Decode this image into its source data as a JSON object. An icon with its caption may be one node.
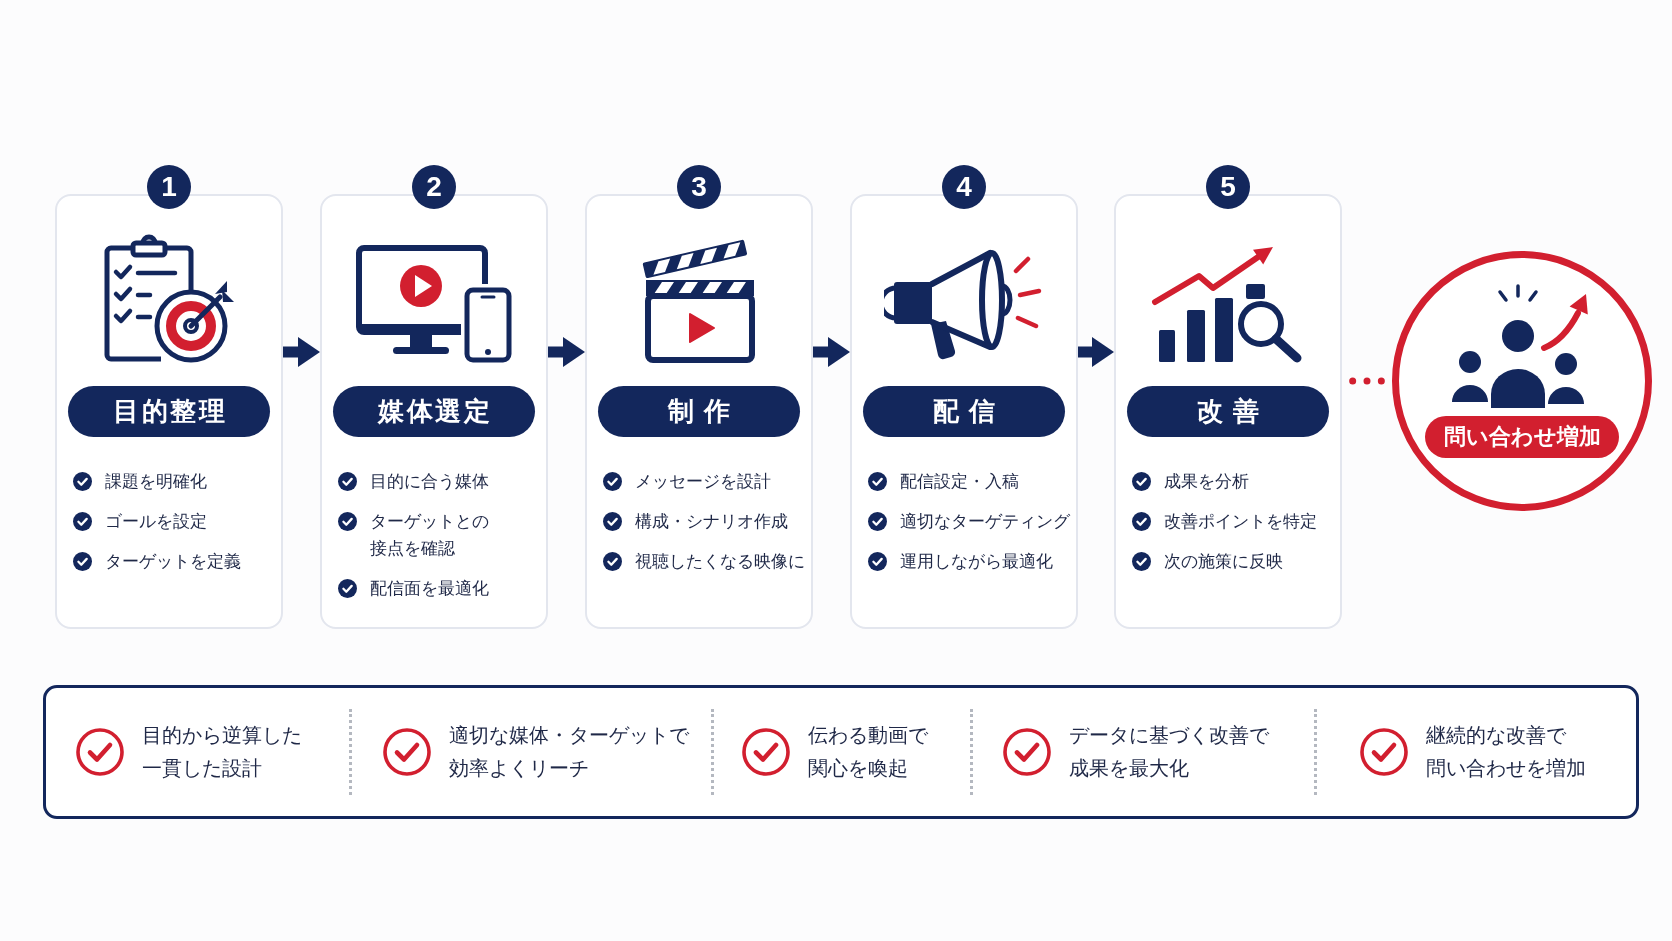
{
  "diagram": {
    "nodes": [
      {
        "text": [
          "1",
          "目的整理",
          "課題を明確化",
          "ゴールを設定",
          "ターゲットを定義"
        ]
      },
      {
        "text": [
          "2",
          "媒体選定",
          "目的に合う媒体",
          "ターゲットとの接点を確認",
          "配信面を最適化"
        ]
      },
      {
        "text": [
          "3",
          "制作",
          "メッセージを設計",
          "構成・シナリオ作成",
          "視聴したくなる映像に"
        ]
      },
      {
        "text": [
          "4",
          "配信",
          "配信設定・入稿",
          "適切なターゲティング",
          "運用しながら最適化"
        ]
      },
      {
        "text": [
          "5",
          "改善",
          "成果を分析",
          "改善ポイントを特定",
          "次の施策に反映"
        ]
      },
      {
        "text": [
          "問い合わせ増加"
        ]
      },
      {
        "text": [
          "目的から逆算した一貫した設計",
          "適切な媒体・ターゲットで効率よくリーチ",
          "伝わる動画で関心を喚起",
          "データに基づく改善で成果を最大化",
          "継続的な改善で問い合わせを増加"
        ]
      }
    ],
    "edges": [
      {
        "from": 0,
        "to": 1,
        "arrow": "to"
      },
      {
        "from": 1,
        "to": 2,
        "arrow": "to"
      },
      {
        "from": 2,
        "to": 3,
        "arrow": "to"
      },
      {
        "from": 3,
        "to": 4,
        "arrow": "to"
      },
      {
        "from": 4,
        "to": 5,
        "arrow": "none",
        "style": "dashed",
        "color": "#d21f2f"
      }
    ]
  }
}
